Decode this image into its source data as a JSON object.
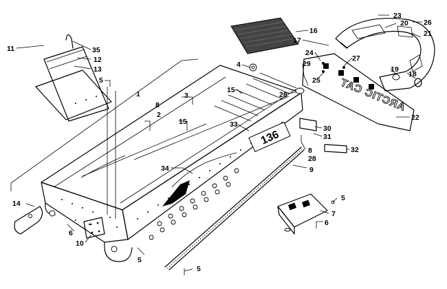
{
  "labels": {
    "l1": "1",
    "l2": "2",
    "l3": "3",
    "l4": "4",
    "l5a": "5",
    "l5b": "5",
    "l5c": "5",
    "l5d": "5",
    "l6a": "6",
    "l6b": "6",
    "l7": "7",
    "l8a": "8",
    "l8b": "8",
    "l9": "9",
    "l10": "10",
    "l11": "11",
    "l12": "12",
    "l13": "13",
    "l14": "14",
    "l15a": "15",
    "l15b": "15",
    "l16": "16",
    "l17": "17",
    "l18": "18",
    "l19": "19",
    "l20": "20",
    "l21": "21",
    "l22": "22",
    "l23": "23",
    "l24": "24",
    "l25": "25",
    "l26": "26",
    "l27": "27",
    "l28a": "28",
    "l28b": "28",
    "l29": "29",
    "l30": "30",
    "l31": "31",
    "l32": "32",
    "l33": "33",
    "l34": "34",
    "l35": "35"
  },
  "decal_text": "136",
  "brand_text": "ARCTIC CAT"
}
